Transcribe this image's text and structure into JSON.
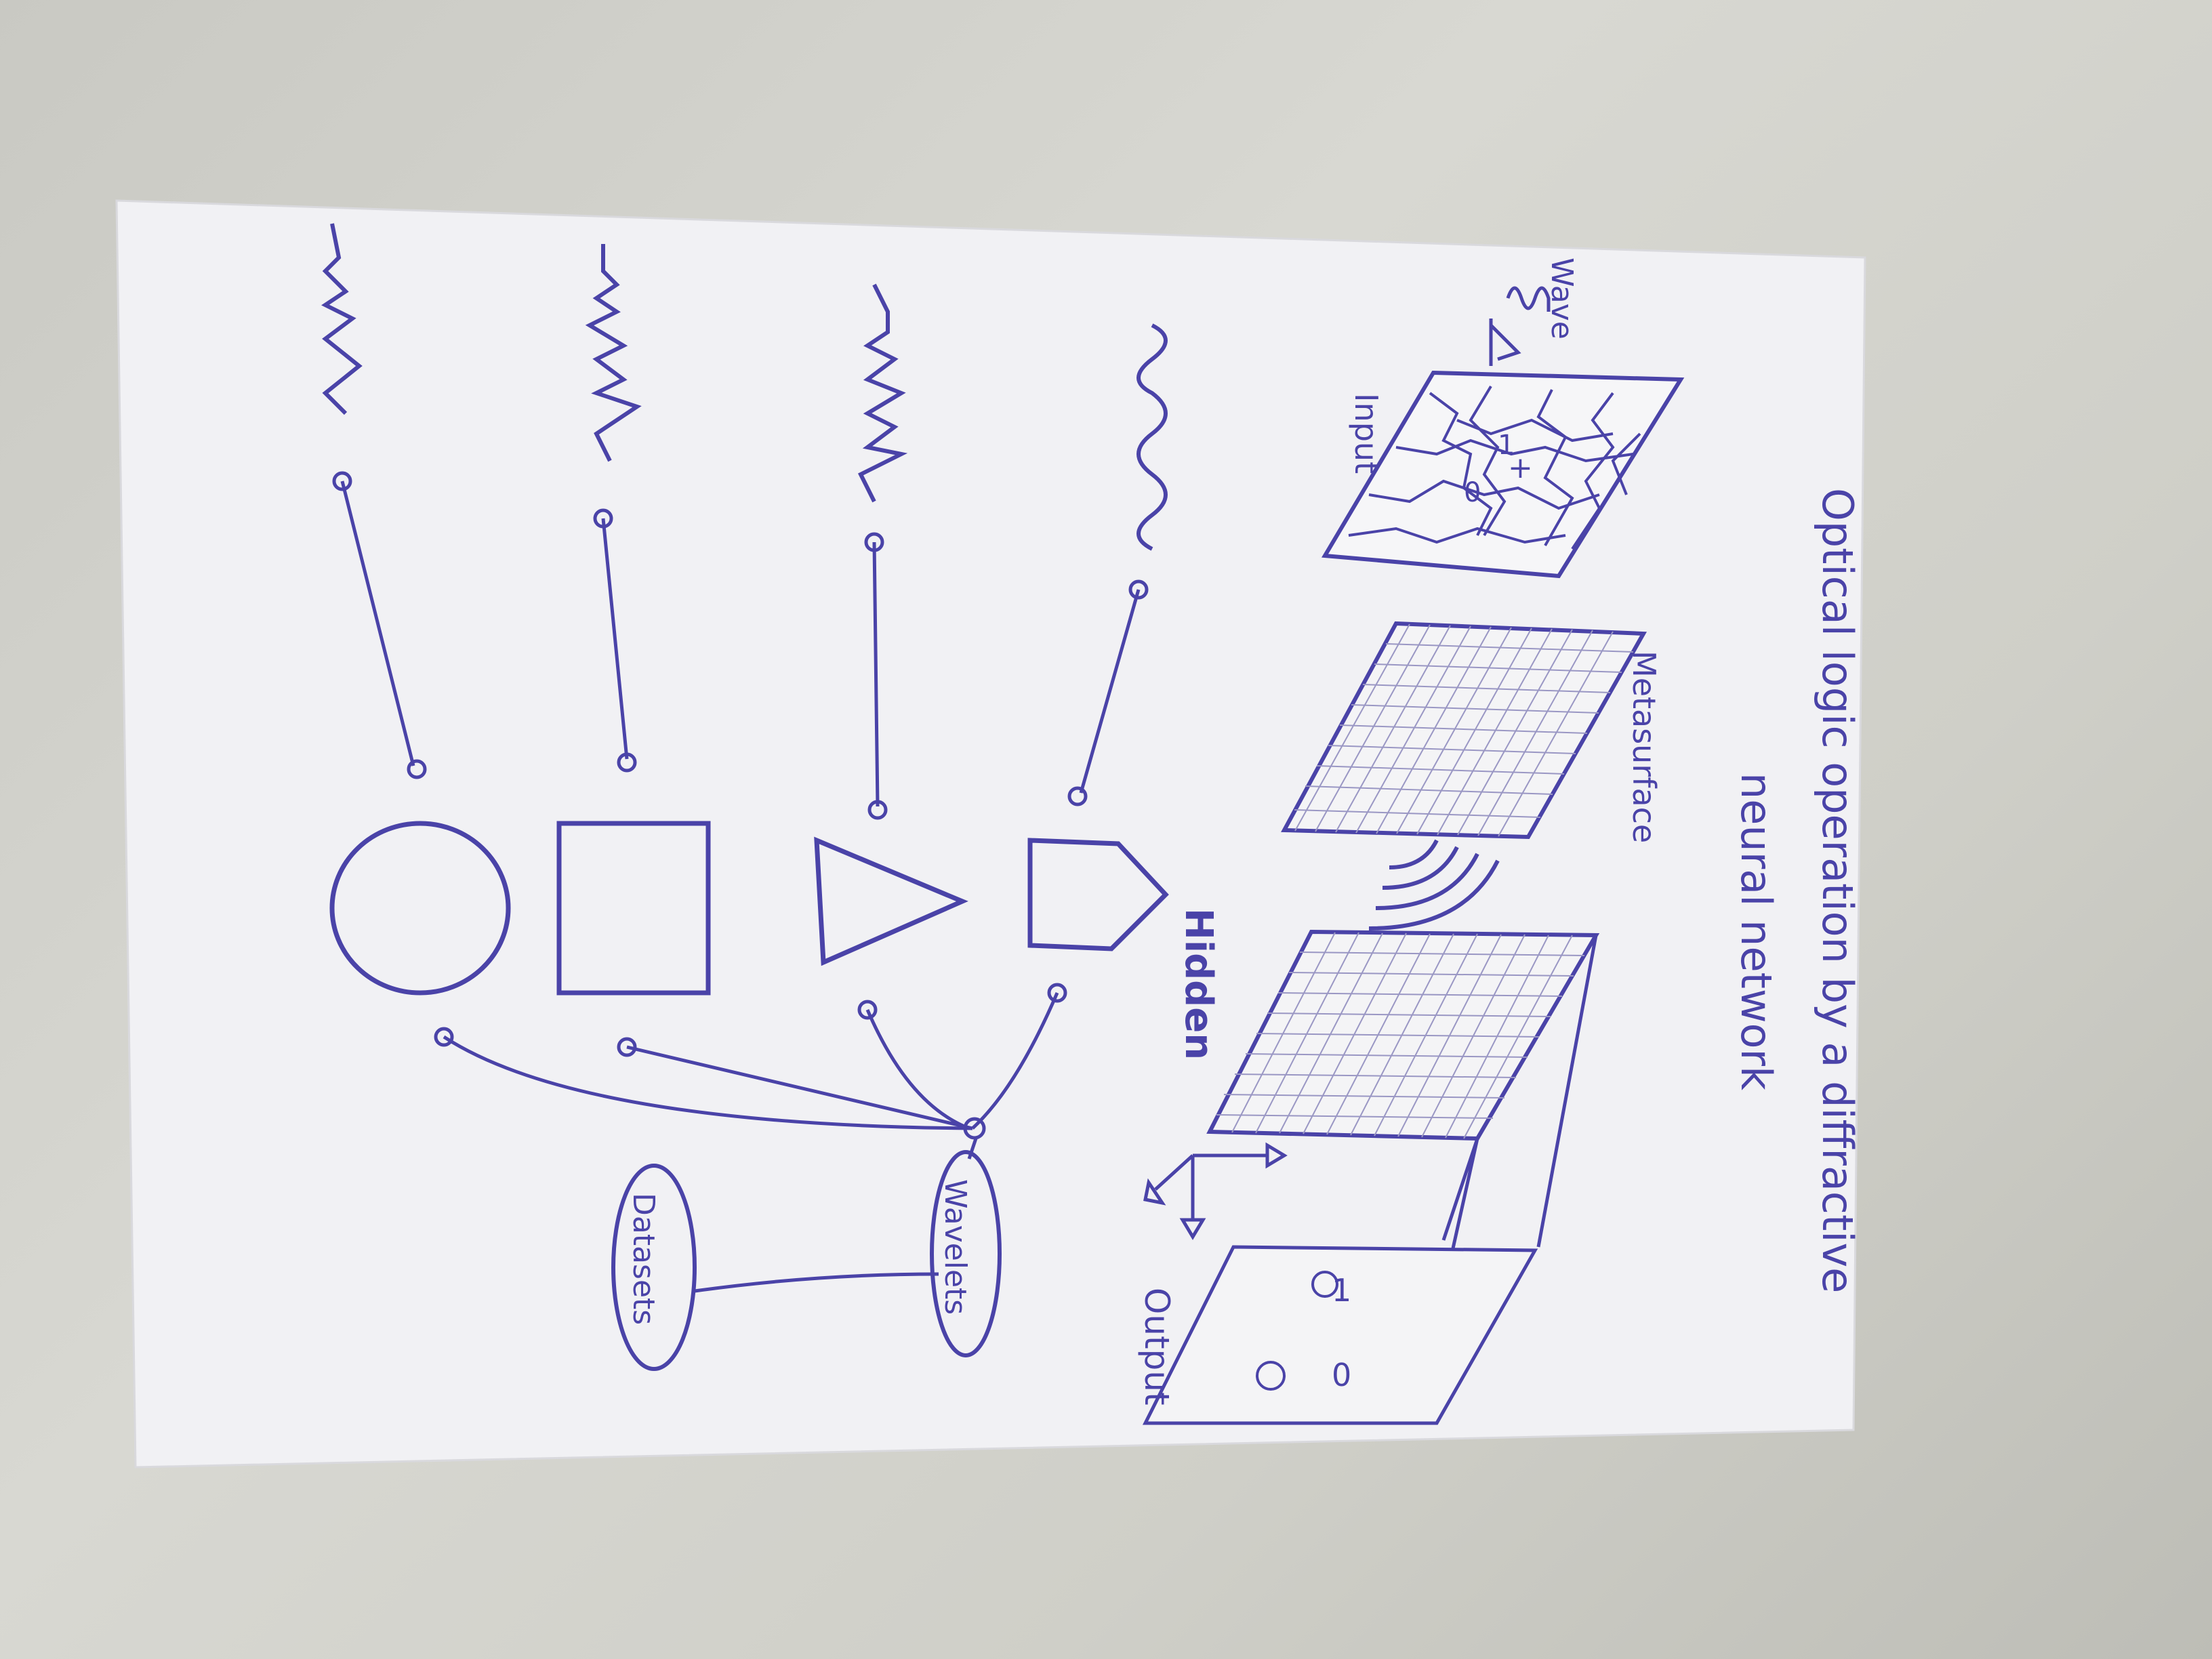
{
  "title_line1": "Optical logic operation by a diffractive",
  "title_line2": "neural network",
  "labels": {
    "wave": "Wave",
    "input": "Input",
    "metasurface": "Metasurface",
    "hidden": "Hidden",
    "output": "Output",
    "wavelets": "Wavelets",
    "datasets": "Datasets"
  },
  "input_plate_marks": [
    "1",
    "+",
    "0"
  ],
  "output_marks": [
    "1",
    "0"
  ],
  "colors": {
    "ink": "#4a43a8",
    "paper": "#f2f2f4",
    "table": "#cdcdc6",
    "pencil": "#8a8a92"
  }
}
